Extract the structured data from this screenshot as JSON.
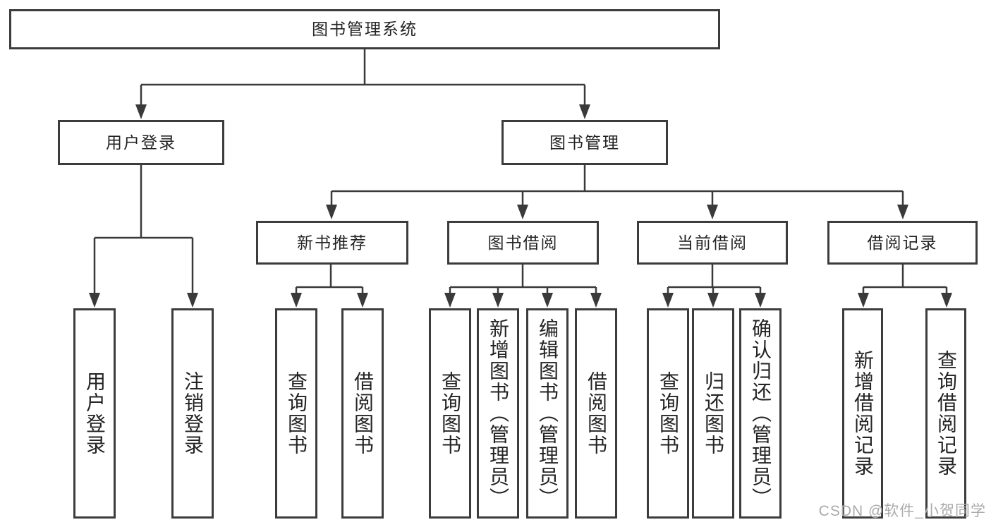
{
  "tree": {
    "root": {
      "label": "图书管理系统"
    },
    "user_login": {
      "label": "用户登录",
      "children": [
        {
          "label": "用户登录"
        },
        {
          "label": "注销登录"
        }
      ]
    },
    "book_management": {
      "label": "图书管理",
      "sections": [
        {
          "label": "新书推荐",
          "children": [
            {
              "label": "查询图书"
            },
            {
              "label": "借阅图书"
            }
          ]
        },
        {
          "label": "图书借阅",
          "children": [
            {
              "label": "查询图书"
            },
            {
              "label": "新增图书（管理员）"
            },
            {
              "label": "编辑图书（管理员）"
            },
            {
              "label": "借阅图书"
            }
          ]
        },
        {
          "label": "当前借阅",
          "children": [
            {
              "label": "查询图书"
            },
            {
              "label": "归还图书"
            },
            {
              "label": "确认归还（管理员）"
            }
          ]
        },
        {
          "label": "借阅记录",
          "children": [
            {
              "label": "新增借阅记录"
            },
            {
              "label": "查询借阅记录"
            }
          ]
        }
      ]
    }
  },
  "watermark": {
    "text": "CSDN @软件_小贺同学"
  },
  "colors": {
    "line": "#3a3a3a",
    "border": "#3c3c3c",
    "text": "#232323",
    "watermark": "#ababab",
    "background": "#ffffff"
  }
}
